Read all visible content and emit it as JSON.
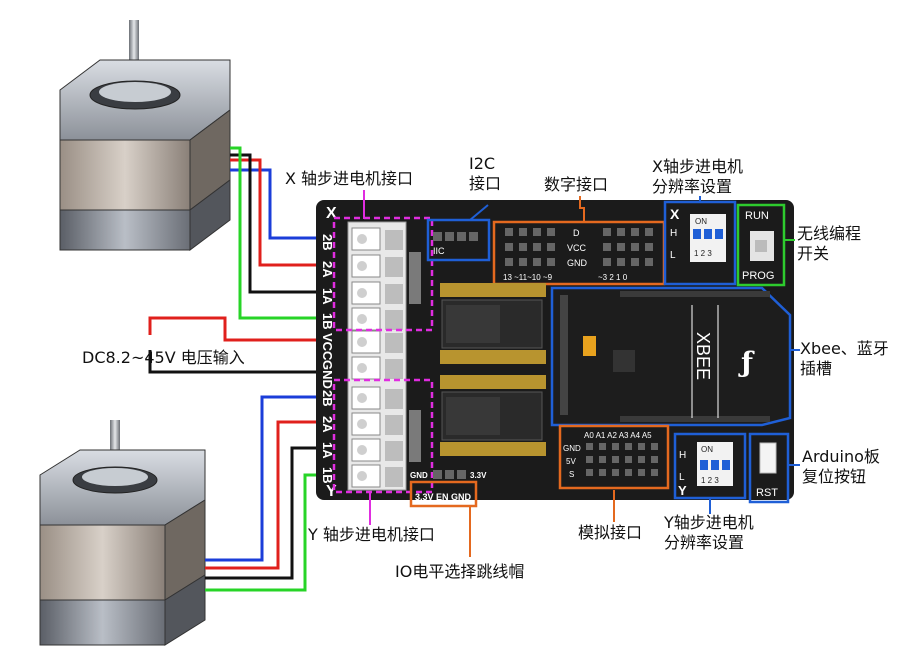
{
  "callouts": {
    "x_motor": "X 轴步进电机接口",
    "i2c": "I2C\n接口",
    "digital": "数字接口",
    "x_resolution": "X轴步进电机\n分辨率设置",
    "wireless": "无线编程\n开关",
    "power": "DC8.2~45V 电压输入",
    "xbee": "Xbee、蓝牙\n插槽",
    "reset": "Arduino板\n复位按钮",
    "y_motor": "Y 轴步进电机接口",
    "analog": "模拟接口",
    "y_resolution": "Y轴步进电机\n分辨率设置",
    "io_jumper": "IO电平选择跳线帽"
  },
  "board": {
    "x_axis": "X",
    "y_axis": "Y",
    "top_pins": [
      "2B",
      "2A",
      "1A",
      "1B"
    ],
    "power_pins": [
      "VCC",
      "GND"
    ],
    "bottom_pins": [
      "2B",
      "2A",
      "1A",
      "1B"
    ],
    "iic": "IIC",
    "digital": {
      "row_labels": [
        "D",
        "VCC",
        "GND"
      ],
      "numbers_left": "13 ~11~10 ~9",
      "numbers_right": "~3  2   1   0"
    },
    "x_dip": {
      "h": "H",
      "l": "L",
      "on": "ON",
      "nums": "1 2 3"
    },
    "run": "RUN",
    "prog": "PROG",
    "xbee": "XBEE",
    "analog": {
      "header": "A0 A1 A2 A3 A4 A5",
      "rows": [
        "GND",
        "5V",
        "S"
      ]
    },
    "y_dip": {
      "h": "H",
      "l": "L",
      "on": "ON",
      "nums": "1 2 3"
    },
    "rst": "RST",
    "gnd": "GND",
    "v33": "3.3V",
    "jumper": "3.3V EN GND"
  },
  "colors": {
    "pcb": "#1b1b1b",
    "magenta": "#e02de0",
    "blue_box": "#1f5fd6",
    "orange_box": "#e4691f",
    "green_box": "#2ecc2e",
    "wire_blue": "#1b3dd9",
    "wire_red": "#e0201c",
    "wire_black": "#111111",
    "wire_green": "#27d427"
  }
}
